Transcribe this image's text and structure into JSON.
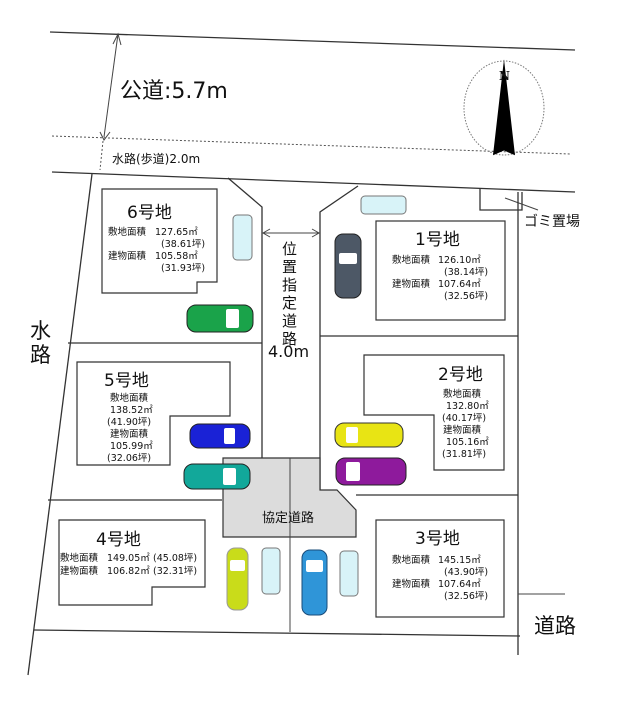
{
  "public_road": {
    "label": "公道:5.7m"
  },
  "waterway_walkway": {
    "label": "水路(歩道)2.0m"
  },
  "waterway_side": {
    "label_line1": "水",
    "label_line2": "路"
  },
  "compass": {
    "label": "N"
  },
  "garbage": {
    "label": "ゴミ置場"
  },
  "designated_road": {
    "chars": [
      "位",
      "置",
      "指",
      "定",
      "道",
      "路"
    ],
    "width": "4.0m"
  },
  "agreement_road": {
    "label": "協定道路"
  },
  "side_road": {
    "label": "道路"
  },
  "lots": [
    {
      "name": "1号地",
      "land_label": "敷地面積",
      "land_m2": "126.10㎡",
      "land_tsubo": "(38.14坪)",
      "bldg_label": "建物面積",
      "bldg_m2": "107.64㎡",
      "bldg_tsubo": "(32.56坪)"
    },
    {
      "name": "2号地",
      "land_label": "敷地面積",
      "land_m2": "132.80㎡",
      "land_tsubo": "(40.17坪)",
      "bldg_label": "建物面積",
      "bldg_m2": "105.16㎡",
      "bldg_tsubo": "(31.81坪)"
    },
    {
      "name": "3号地",
      "land_label": "敷地面積",
      "land_m2": "145.15㎡",
      "land_tsubo": "(43.90坪)",
      "bldg_label": "建物面積",
      "bldg_m2": "107.64㎡",
      "bldg_tsubo": "(32.56坪)"
    },
    {
      "name": "4号地",
      "land_label": "敷地面積",
      "land_m2": "149.05㎡",
      "land_tsubo": "(45.08坪)",
      "bldg_label": "建物面積",
      "bldg_m2": "106.82㎡",
      "bldg_tsubo": "(32.31坪)"
    },
    {
      "name": "5号地",
      "land_label": "敷地面積",
      "land_m2": "138.52㎡",
      "land_tsubo": "(41.90坪)",
      "bldg_label": "建物面積",
      "bldg_m2": "105.99㎡",
      "bldg_tsubo": "(32.06坪)"
    },
    {
      "name": "6号地",
      "land_label": "敷地面積",
      "land_m2": "127.65㎡",
      "land_tsubo": "(38.61坪)",
      "bldg_label": "建物面積",
      "bldg_m2": "105.58㎡",
      "bldg_tsubo": "(31.93坪)"
    }
  ],
  "car_colors": {
    "green": "#1aa34a",
    "blue": "#1a22d6",
    "teal": "#12a89a",
    "yellow": "#e8e414",
    "purple": "#8e1a9c",
    "lime": "#c9dc1a",
    "sky": "#2f95d8",
    "gray": "#4d5866",
    "pale": "#d8f3f8"
  }
}
